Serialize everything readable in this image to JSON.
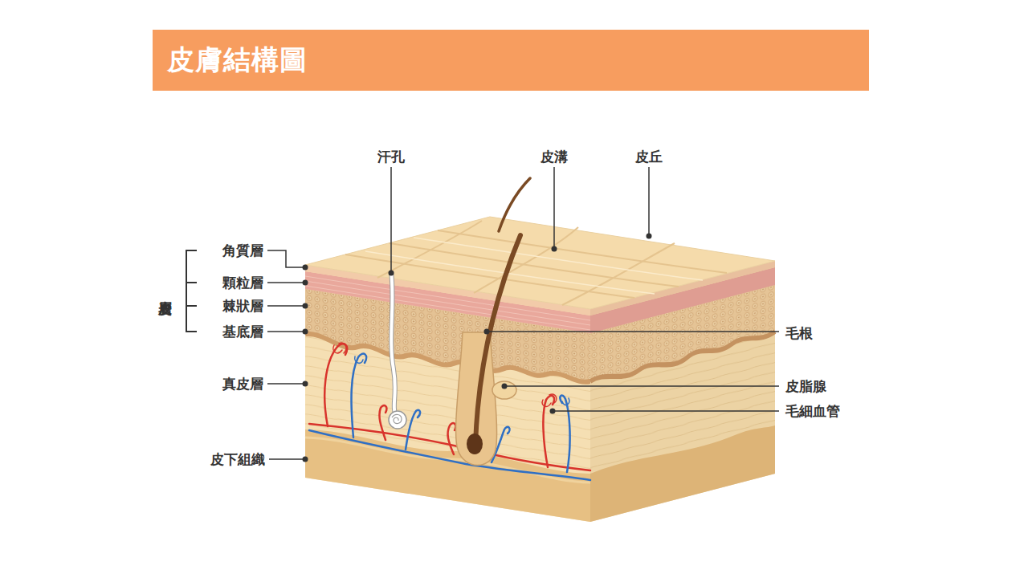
{
  "diagram": {
    "title": "皮膚結構圖",
    "labels": [
      "汗孔",
      "皮溝",
      "皮丘",
      "角質層",
      "顆粒層",
      "棘狀層",
      "基底層",
      "表皮層",
      "真皮層",
      "毛根",
      "皮脂腺",
      "毛細血管",
      "皮下組織"
    ]
  }
}
